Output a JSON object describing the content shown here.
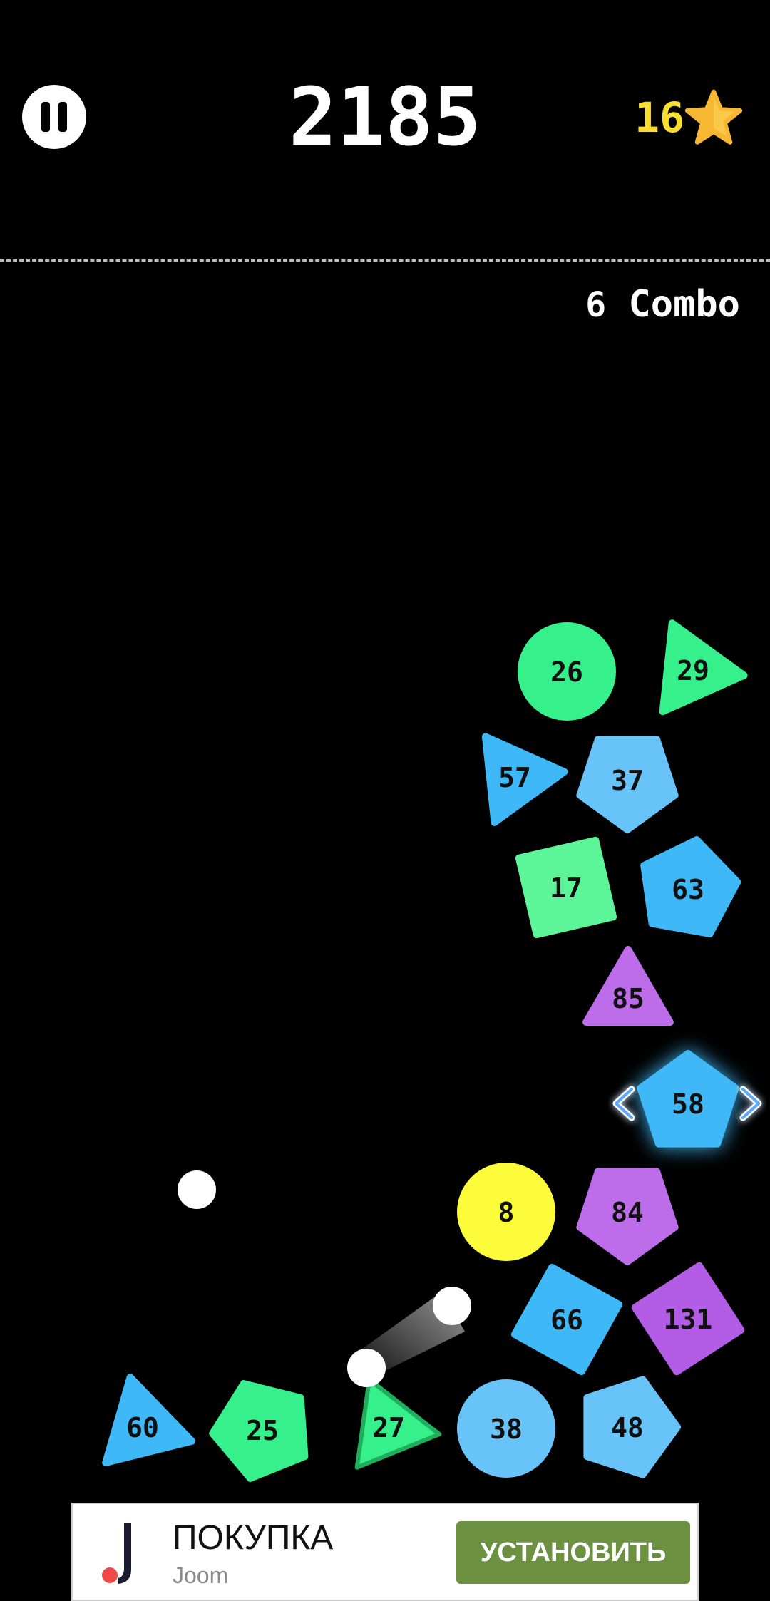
{
  "hud": {
    "score": "2185",
    "stars": "16",
    "star_color": "#f8de2f"
  },
  "combo": {
    "count": "6",
    "label": "Combo"
  },
  "palette": {
    "green": "#36f08c",
    "mint": "#5cf59a",
    "light_blue": "#67c3f8",
    "blue": "#3fb8f7",
    "purple": "#bd6de9",
    "violet": "#b35ce6",
    "yellow": "#fcfc3b",
    "ball": "#ffffff"
  },
  "blocks": [
    {
      "id": "b26",
      "shape": "circle",
      "value": "26",
      "color": "#36f08c"
    },
    {
      "id": "b29",
      "shape": "triangle",
      "value": "29",
      "color": "#36f08c"
    },
    {
      "id": "b57",
      "shape": "triangle",
      "value": "57",
      "color": "#3fb8f7"
    },
    {
      "id": "b37",
      "shape": "pentagon",
      "value": "37",
      "color": "#67c3f8"
    },
    {
      "id": "b17",
      "shape": "square",
      "value": "17",
      "color": "#5cf59a"
    },
    {
      "id": "b63",
      "shape": "pentagon",
      "value": "63",
      "color": "#3fb8f7"
    },
    {
      "id": "b85",
      "shape": "triangle",
      "value": "85",
      "color": "#bd6de9"
    },
    {
      "id": "b58",
      "shape": "pentagon",
      "value": "58",
      "color": "#3fb8f7",
      "highlighted": true
    },
    {
      "id": "b8",
      "shape": "circle",
      "value": "8",
      "color": "#fcfc3b"
    },
    {
      "id": "b84",
      "shape": "pentagon",
      "value": "84",
      "color": "#bd6de9"
    },
    {
      "id": "b66",
      "shape": "square",
      "value": "66",
      "color": "#3fb8f7"
    },
    {
      "id": "b131",
      "shape": "square",
      "value": "131",
      "color": "#b35ce6"
    },
    {
      "id": "b60",
      "shape": "triangle",
      "value": "60",
      "color": "#3fb8f7"
    },
    {
      "id": "b25",
      "shape": "pentagon",
      "value": "25",
      "color": "#36f08c"
    },
    {
      "id": "b27",
      "shape": "triangle",
      "value": "27",
      "color": "#36f08c"
    },
    {
      "id": "b38",
      "shape": "circle",
      "value": "38",
      "color": "#67c3f8"
    },
    {
      "id": "b48",
      "shape": "pentagon",
      "value": "48",
      "color": "#67c3f8"
    }
  ],
  "ad": {
    "title": "ПОКУПКА",
    "subtitle": "Joom",
    "button": "УСТАНОВИТЬ",
    "button_color": "#6b9141"
  }
}
